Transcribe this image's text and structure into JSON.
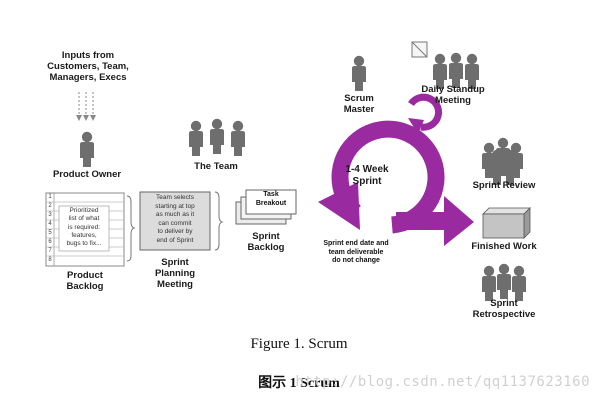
{
  "labels": {
    "inputs": "Inputs from\nCustomers, Team,\nManagers, Execs",
    "product_owner": "Product Owner",
    "product_backlog": "Product\nBacklog",
    "backlog_note": "Prioritized\nlist of what\nis required:\nfeatures,\nbugs to fix...",
    "the_team": "The Team",
    "planning_note": "Team selects\nstarting at top\nas much as it\ncan commit\nto deliver by\nend of Sprint",
    "sprint_planning": "Sprint\nPlanning\nMeeting",
    "task_breakout": "Task\nBreakout",
    "sprint_backlog": "Sprint\nBacklog",
    "scrum_master": "Scrum\nMaster",
    "daily_standup": "Daily Standup\nMeeting",
    "sprint_length": "1-4 Week\nSprint",
    "sprint_note": "Sprint end date and\nteam deliverable\ndo not change",
    "sprint_review": "Sprint Review",
    "finished_work": "Finished Work",
    "retrospective": "Sprint\nRetrospective"
  },
  "backlog_rows": [
    "1",
    "2",
    "3",
    "4",
    "5",
    "6",
    "7",
    "8"
  ],
  "captions": {
    "figure": "Figure 1.  Scrum",
    "chinese": "图示 1 Scrum"
  },
  "watermark": "http://blog.csdn.net/qq1137623160",
  "colors": {
    "accent": "#9a2aa0",
    "person": "#6e6e6e",
    "box_fill": "#d9d9d9"
  },
  "icons": [
    "person-icon",
    "cycle-arrow-icon",
    "arrow-right-icon",
    "box-icon",
    "document-icon"
  ]
}
